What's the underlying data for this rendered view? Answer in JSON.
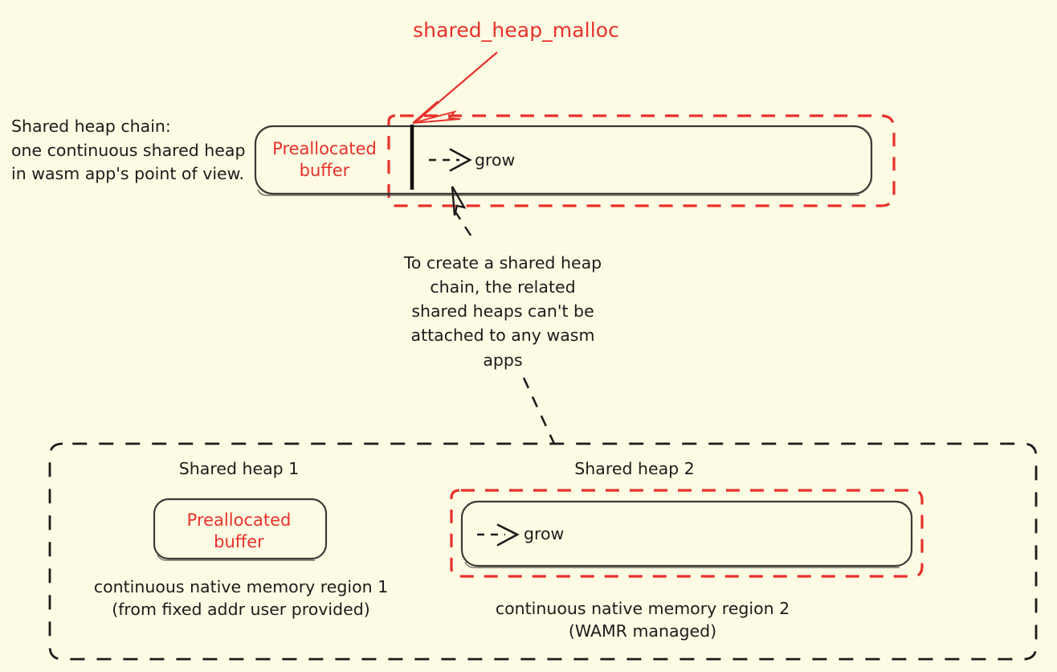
{
  "diagram": {
    "title_label": "shared_heap_malloc",
    "background_color": "#FDFBE4",
    "accent_red": "#e8312a",
    "ink_black": "#1b1b1b",
    "top": {
      "side_note": "Shared heap chain:\none continuous shared heap\nin wasm app's point of view.",
      "preallocated_buffer_label": "Preallocated\nbuffer",
      "grow_label": "grow",
      "callout_label": "shared_heap_malloc"
    },
    "middle": {
      "note": "To create a shared heap\nchain, the related\nshared heaps can't be\nattached to any wasm\napps"
    },
    "bottom": {
      "heap1": {
        "title": "Shared heap 1",
        "box_label": "Preallocated\nbuffer",
        "caption": "continuous native memory region 1\n(from fixed addr user provided)"
      },
      "heap2": {
        "title": "Shared heap 2",
        "grow_label": "grow",
        "caption": "continuous native memory region 2\n(WAMR managed)"
      }
    }
  }
}
